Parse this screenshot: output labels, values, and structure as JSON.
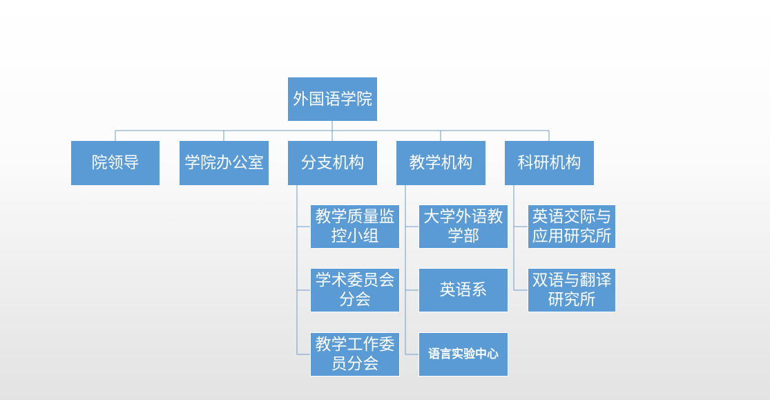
{
  "root": {
    "label": "外国语学院"
  },
  "level1": [
    {
      "label": "院领导"
    },
    {
      "label": "学院办公室"
    },
    {
      "label": "分支机构"
    },
    {
      "label": "教学机构"
    },
    {
      "label": "科研机构"
    }
  ],
  "branch_units": [
    {
      "label": "教学质量监控小组"
    },
    {
      "label": "学术委员会分会"
    },
    {
      "label": "教学工作委员分会"
    }
  ],
  "teaching_units": [
    {
      "label": "大学外语教学部"
    },
    {
      "label": "英语系"
    },
    {
      "label": "语言实验中心"
    }
  ],
  "research_units": [
    {
      "label": "英语交际与应用研究所"
    },
    {
      "label": "双语与翻译研究所"
    }
  ],
  "colors": {
    "box": "#5b9bd5",
    "connector": "#6f9bc7",
    "text": "#ffffff"
  }
}
